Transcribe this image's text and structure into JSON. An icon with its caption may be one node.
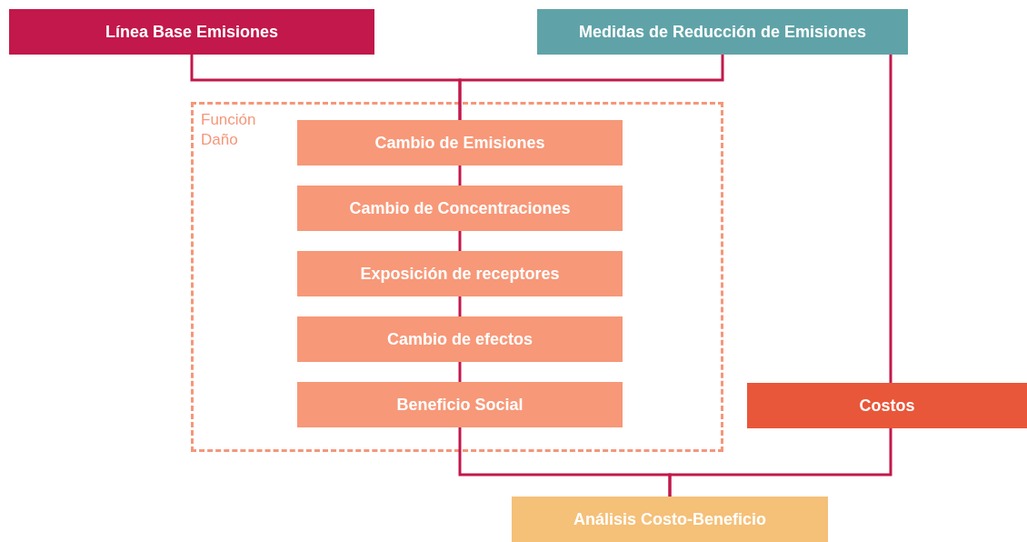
{
  "diagram": {
    "nodes": [
      {
        "text": [
          "Línea Base Emisiones"
        ]
      },
      {
        "text": [
          "Medidas de Reducción de Emisiones"
        ]
      },
      {
        "text": [
          "Función Daño"
        ]
      },
      {
        "text": [
          "Cambio de Emisiones"
        ],
        "in": 2
      },
      {
        "text": [
          "Cambio de Concentraciones"
        ],
        "in": 2
      },
      {
        "text": [
          "Exposición de receptores"
        ],
        "in": 2
      },
      {
        "text": [
          "Cambio de efectos"
        ],
        "in": 2
      },
      {
        "text": [
          "Beneficio Social"
        ],
        "in": 2
      },
      {
        "text": [
          "Costos"
        ]
      },
      {
        "text": [
          "Análisis Costo-Beneficio"
        ]
      }
    ],
    "edges": [
      {
        "from": 0,
        "to": 3,
        "arrow": "none"
      },
      {
        "from": 1,
        "to": 3,
        "arrow": "none"
      },
      {
        "from": 1,
        "to": 8,
        "arrow": "none"
      },
      {
        "from": 3,
        "to": 4,
        "arrow": "none"
      },
      {
        "from": 4,
        "to": 5,
        "arrow": "none"
      },
      {
        "from": 5,
        "to": 6,
        "arrow": "none"
      },
      {
        "from": 6,
        "to": 7,
        "arrow": "none"
      },
      {
        "from": 7,
        "to": 9,
        "arrow": "none"
      },
      {
        "from": 8,
        "to": 9,
        "arrow": "none"
      }
    ]
  }
}
